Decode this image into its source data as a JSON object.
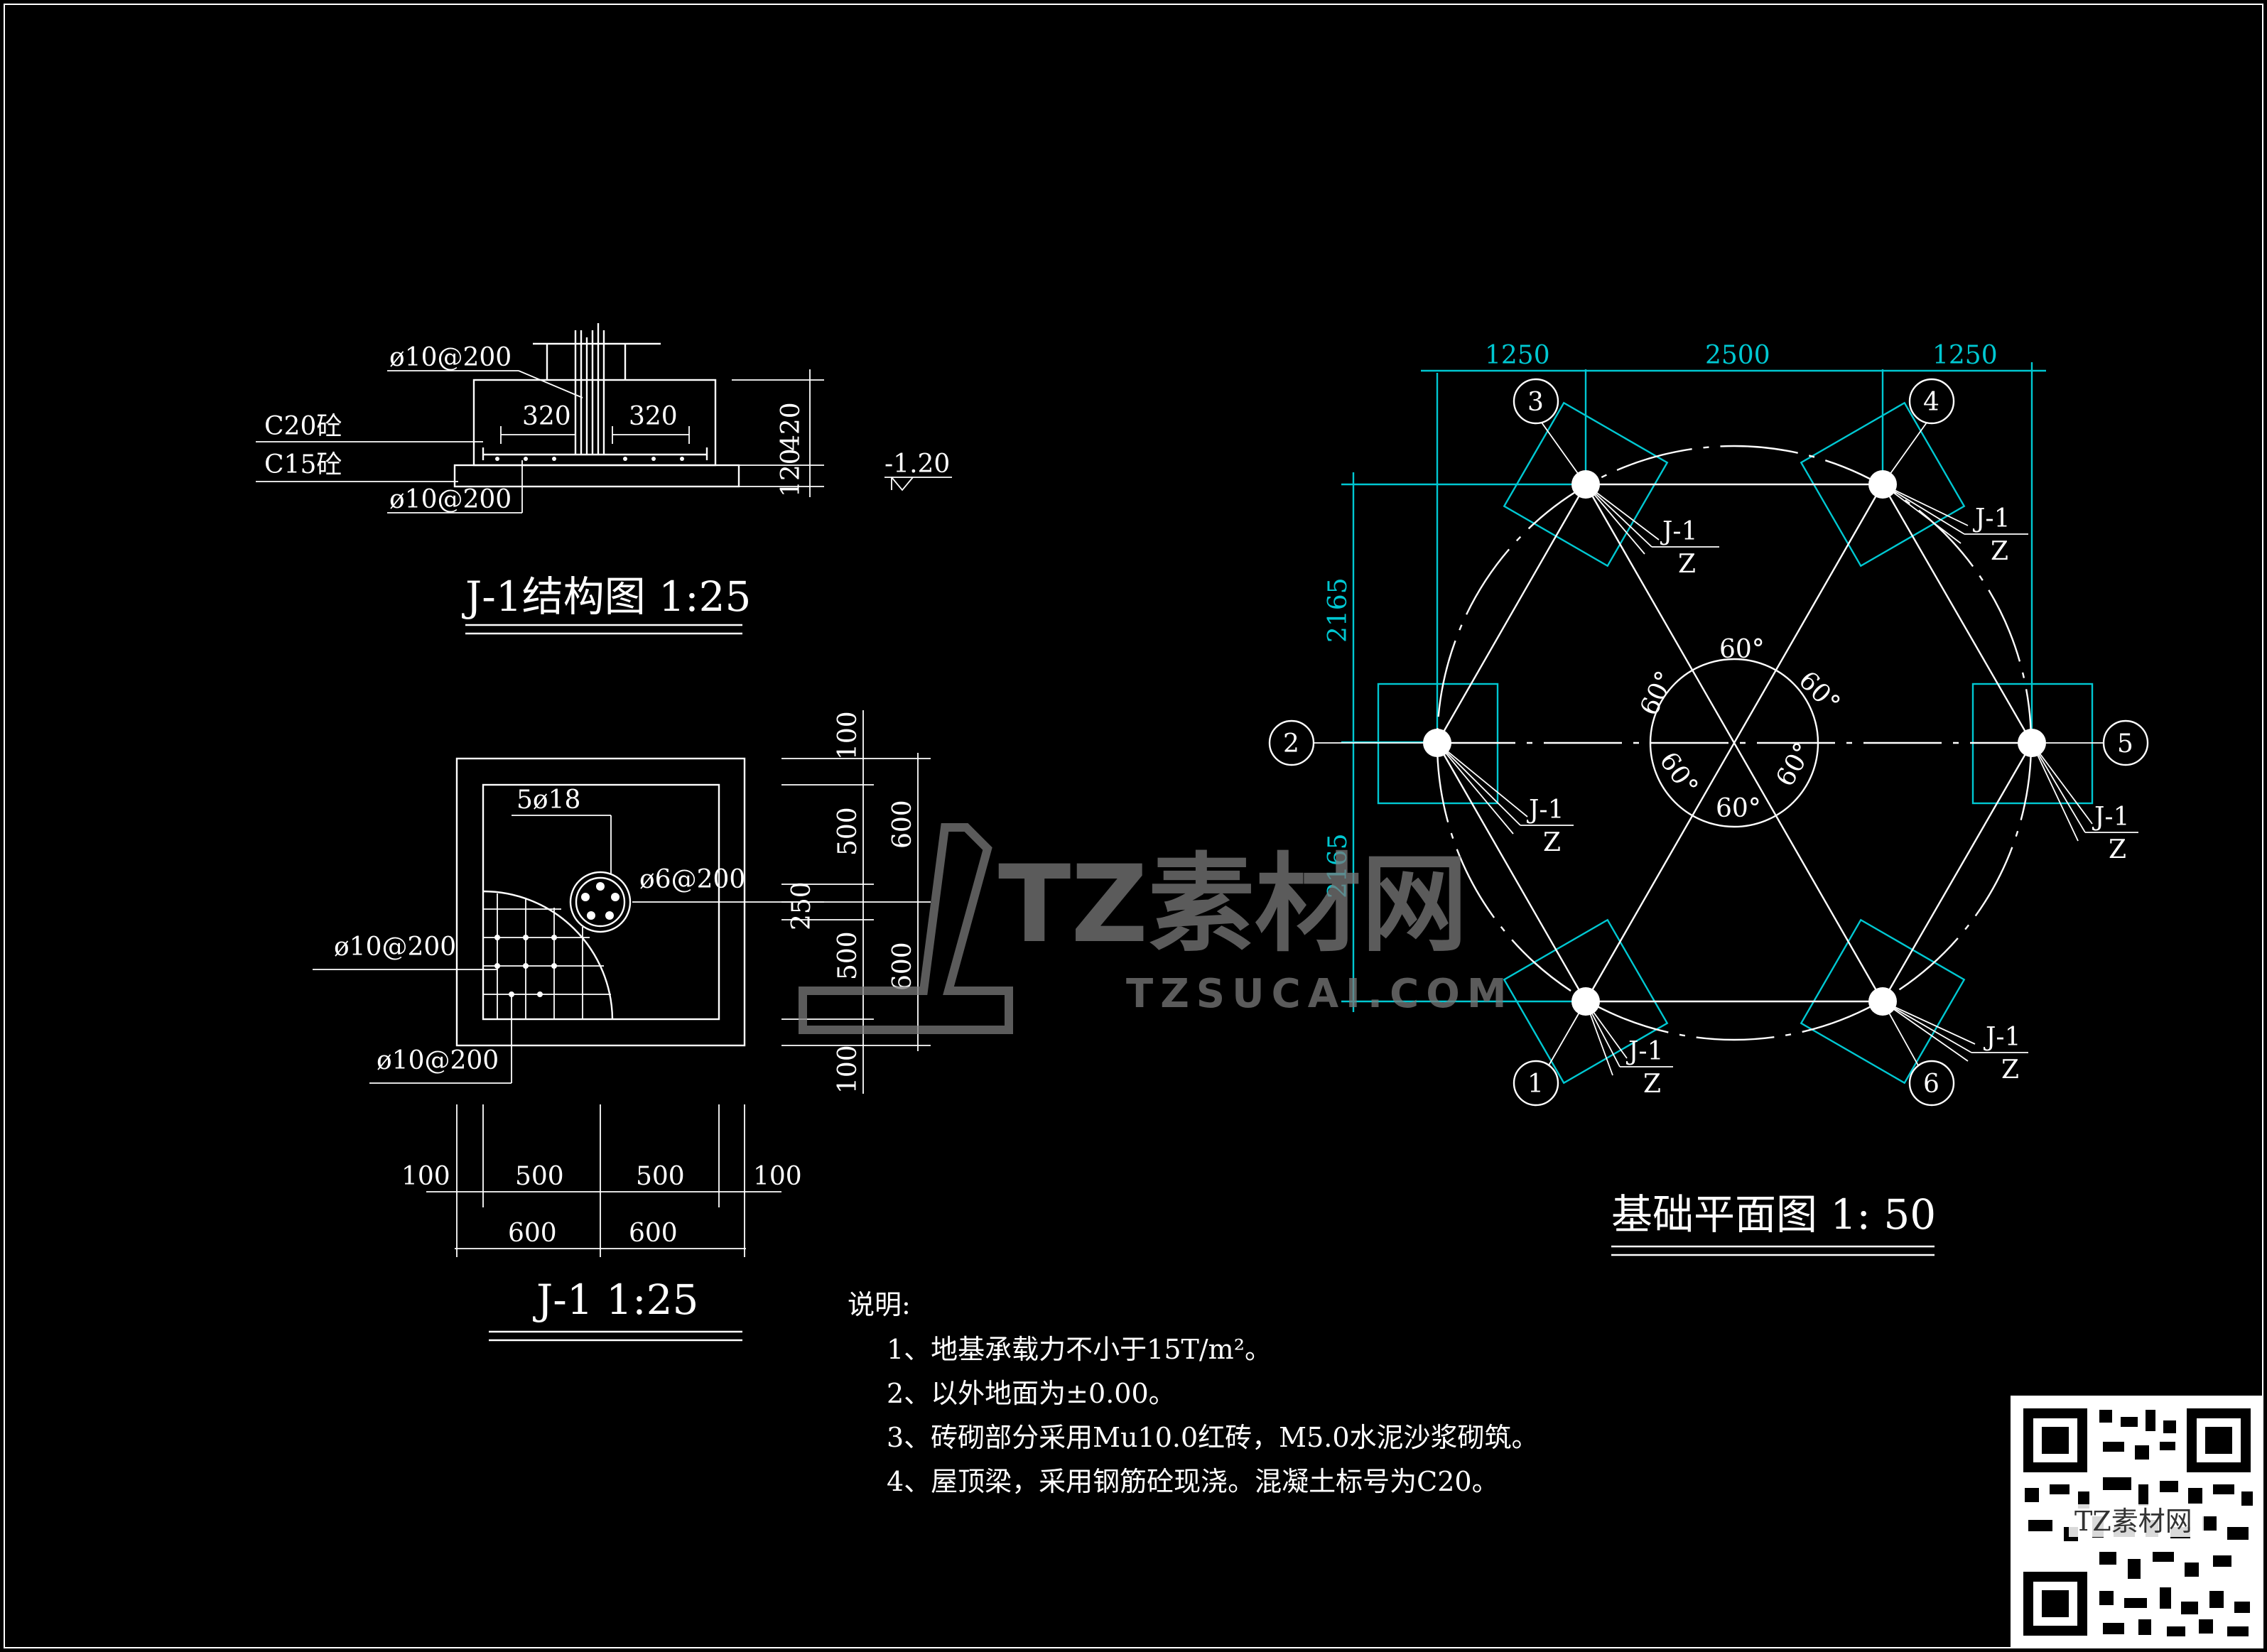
{
  "colors": {
    "background": "#000000",
    "line": "#ffffff",
    "dimension": "#00c8d2",
    "watermark": "#7a7a7a"
  },
  "section": {
    "title": "J-1结构图 1:25",
    "rebar_top": "ø10@200",
    "rebar_bottom": "ø10@200",
    "c20": "C20砼",
    "c15": "C15砼",
    "dim_left": "320",
    "dim_right": "320",
    "dim_height": "420",
    "dim_pad": "120",
    "elevation": "-1.20"
  },
  "plan": {
    "title": "J-1    1:25",
    "column_rebar": "5ø18",
    "stirrup": "ø6@200",
    "mesh_a": "ø10@200",
    "mesh_b": "ø10@200",
    "bottom_dims": [
      "100",
      "500",
      "500",
      "100"
    ],
    "bottom_totals": [
      "600",
      "600"
    ],
    "right_dims": [
      "100",
      "500",
      "250",
      "500",
      "100"
    ],
    "right_totals": [
      "600",
      "600"
    ]
  },
  "foundation": {
    "title": "基础平面图 1: 50",
    "top_dims": [
      "1250",
      "2500",
      "1250"
    ],
    "left_dims": [
      "2165",
      "2165"
    ],
    "angles": [
      "60°",
      "60°",
      "60°",
      "60°",
      "60°",
      "60°"
    ],
    "axis_labels": [
      "1",
      "2",
      "3",
      "4",
      "5",
      "6"
    ],
    "footing_label_top": "J-1",
    "footing_label_bottom": "Z"
  },
  "notes": {
    "heading": "说明:",
    "items": [
      "1、地基承载力不小于15T/m²。",
      "2、以外地面为±0.00。",
      "3、砖砌部分采用Mu10.0红砖，M5.0水泥沙浆砌筑。",
      "4、屋顶梁，采用钢筋砼现浇。混凝土标号为C20。"
    ]
  },
  "watermark": {
    "name": "TZ素材网",
    "url": "TZSUCAI.COM",
    "qr_caption": "TZ素材网"
  }
}
